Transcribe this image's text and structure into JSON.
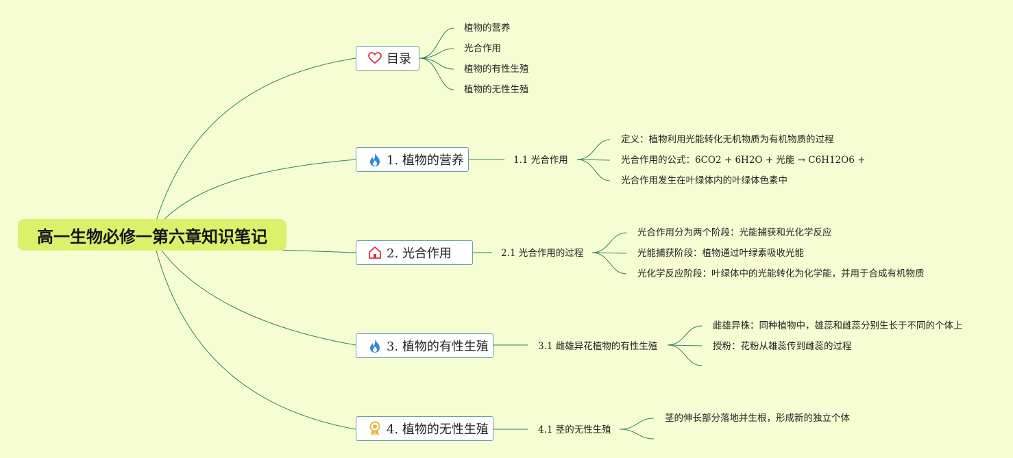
{
  "root": {
    "title": "高一生物必修一第六章知识笔记"
  },
  "colors": {
    "background": "#f7fdd3",
    "root_fill": "#dcf06b",
    "line": "#2e7d62",
    "branch_border": "#6f9aa6"
  },
  "branches": [
    {
      "label": "目录",
      "icon": "heart-icon",
      "children": [
        "植物的营养",
        "光合作用",
        "植物的有性生殖",
        "植物的无性生殖"
      ]
    },
    {
      "label": "1. 植物的营养",
      "icon": "fire-icon",
      "topic": "1.1 光合作用",
      "children": [
        "定义：植物利用光能转化无机物质为有机物质的过程",
        "光合作用的公式：6CO2 + 6H2O + 光能 → C6H12O6 +",
        "光合作用发生在叶绿体内的叶绿体色素中"
      ]
    },
    {
      "label": "2. 光合作用",
      "icon": "home-icon",
      "topic": "2.1 光合作用的过程",
      "children": [
        "光合作用分为两个阶段：光能捕获和光化学反应",
        "光能捕获阶段：植物通过叶绿素吸收光能",
        "光化学反应阶段：叶绿体中的光能转化为化学能，并用于合成有机物质"
      ]
    },
    {
      "label": "3. 植物的有性生殖",
      "icon": "fire-icon",
      "topic": "3.1 雌雄异花植物的有性生殖",
      "children": [
        "雌雄异株：同种植物中，雄蕊和雌蕊分别生长于不同的个体上",
        "授粉：花粉从雄蕊传到雌蕊的过程",
        ""
      ]
    },
    {
      "label": "4. 植物的无性生殖",
      "icon": "award-icon",
      "topic": "4.1 茎的无性生殖",
      "children": [
        "茎的伸长部分落地并生根，形成新的独立个体",
        ""
      ]
    }
  ]
}
